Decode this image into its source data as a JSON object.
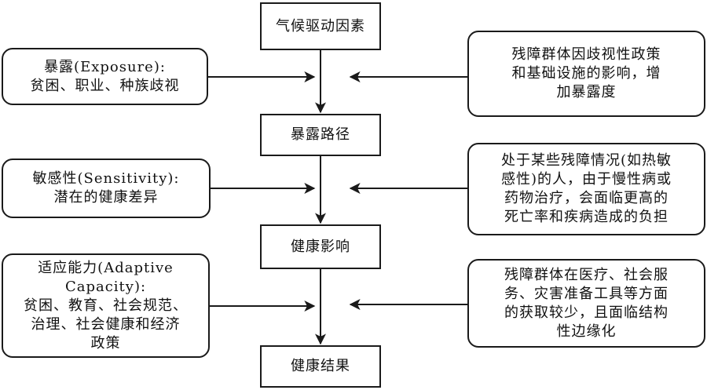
{
  "colors": {
    "stroke": "#1a1a1a",
    "background": "#ffffff",
    "text": "#111111"
  },
  "center": {
    "climate_drivers": "气候驱动因素",
    "exposure_pathways": "暴露路径",
    "health_impacts": "健康影响",
    "health_outcomes": "健康结果"
  },
  "left": {
    "exposure": {
      "line1": "暴露(Exposure):",
      "line2": "贫困、职业、种族歧视"
    },
    "sensitivity": {
      "line1": "敏感性(Sensitivity):",
      "line2": "潜在的健康差异"
    },
    "adaptive": {
      "line1": "适应能力(Adaptive",
      "line2": "Capacity):",
      "line3": "贫困、教育、社会规范、",
      "line4": "治理、社会健康和经济",
      "line5": "政策"
    }
  },
  "right": {
    "discrimination": {
      "line1": "残障群体因歧视性政策",
      "line2": "和基础设施的影响，增",
      "line3": "加暴露度"
    },
    "conditions": {
      "line1": "处于某些残障情况(如热敏",
      "line2": "感性)的人，由于慢性病或",
      "line3": "药物治疗，会面临更高的",
      "line4": "死亡率和疾病造成的负担"
    },
    "access": {
      "line1": "残障群体在医疗、社会服",
      "line2": "务、灾害准备工具等方面",
      "line3": "的获取较少，且面临结构",
      "line4": "性边缘化"
    }
  }
}
